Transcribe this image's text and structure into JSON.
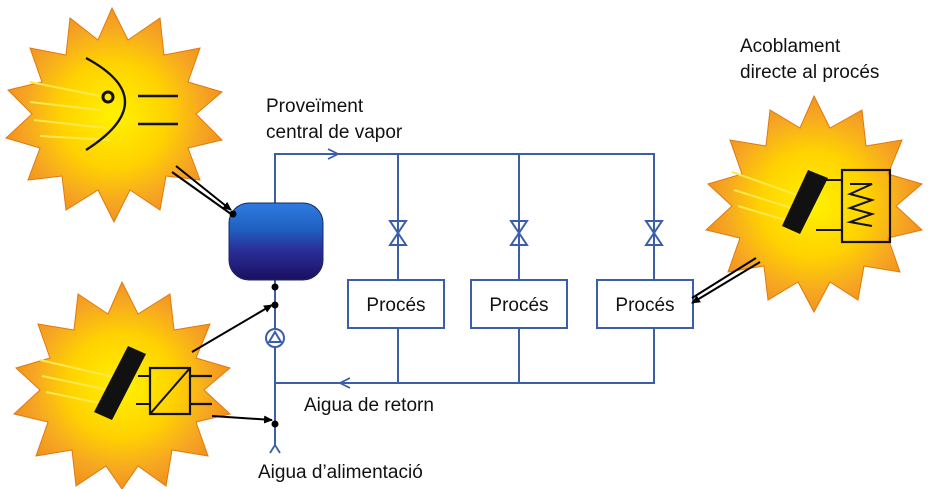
{
  "labels": {
    "steam_supply_line1": "Proveïment",
    "steam_supply_line2": "central de vapor",
    "direct_coupling_line1": "Acoblament",
    "direct_coupling_line2": "directe al procés",
    "return_water": "Aigua de retorn",
    "feed_water": "Aigua d’alimentació"
  },
  "processes": [
    {
      "label": "Procés"
    },
    {
      "label": "Procés"
    },
    {
      "label": "Procés"
    }
  ],
  "colors": {
    "pipe": "#3a5fa8",
    "sun_outer": "#f29a1c",
    "sun_inner": "#ffe600",
    "tank_top": "#2f6bc4",
    "tank_bottom": "#1b1060",
    "arrow": "#000000"
  },
  "icons": [
    "parabolic-collector-icon",
    "flat-collector-heat-exchanger-icon",
    "collector-heating-coil-icon",
    "valve-icon",
    "pump-icon",
    "storage-tank-icon"
  ]
}
